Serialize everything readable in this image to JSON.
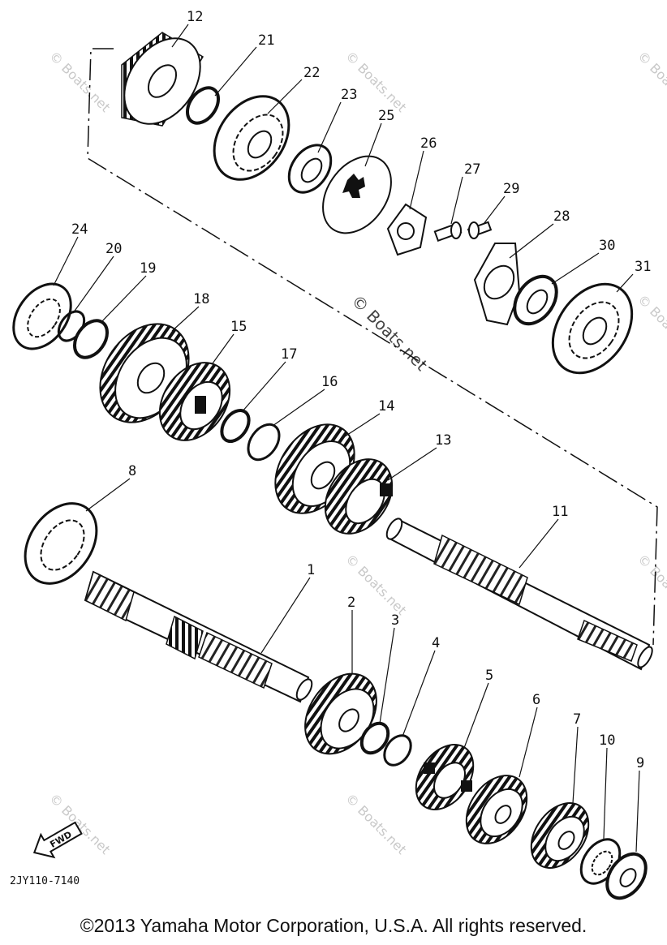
{
  "parts": [
    {
      "label": "12",
      "kind": "gear"
    },
    {
      "label": "21",
      "kind": "washer"
    },
    {
      "label": "22",
      "kind": "bearing"
    },
    {
      "label": "23",
      "kind": "seal"
    },
    {
      "label": "25",
      "kind": "sprocket"
    },
    {
      "label": "26",
      "kind": "lock-washer"
    },
    {
      "label": "27",
      "kind": "bolt"
    },
    {
      "label": "29",
      "kind": "bolt"
    },
    {
      "label": "28",
      "kind": "retainer-plate"
    },
    {
      "label": "30",
      "kind": "seal"
    },
    {
      "label": "31",
      "kind": "bearing"
    },
    {
      "label": "24",
      "kind": "bearing"
    },
    {
      "label": "20",
      "kind": "circlip"
    },
    {
      "label": "19",
      "kind": "washer"
    },
    {
      "label": "18",
      "kind": "gear"
    },
    {
      "label": "15",
      "kind": "gear"
    },
    {
      "label": "17",
      "kind": "washer"
    },
    {
      "label": "16",
      "kind": "circlip"
    },
    {
      "label": "14",
      "kind": "gear"
    },
    {
      "label": "13",
      "kind": "gear"
    },
    {
      "label": "8",
      "kind": "bearing"
    },
    {
      "label": "11",
      "kind": "shaft"
    },
    {
      "label": "1",
      "kind": "shaft"
    },
    {
      "label": "2",
      "kind": "gear"
    },
    {
      "label": "3",
      "kind": "washer"
    },
    {
      "label": "4",
      "kind": "circlip"
    },
    {
      "label": "5",
      "kind": "gear"
    },
    {
      "label": "6",
      "kind": "gear"
    },
    {
      "label": "7",
      "kind": "gear"
    },
    {
      "label": "10",
      "kind": "bearing"
    },
    {
      "label": "9",
      "kind": "nut"
    }
  ],
  "fwd_label": "FWD",
  "drawing_code": "2JY110-7140",
  "watermark": "© Boats.net",
  "copyright": "©2013 Yamaha Motor Corporation, U.S.A. All rights reserved."
}
